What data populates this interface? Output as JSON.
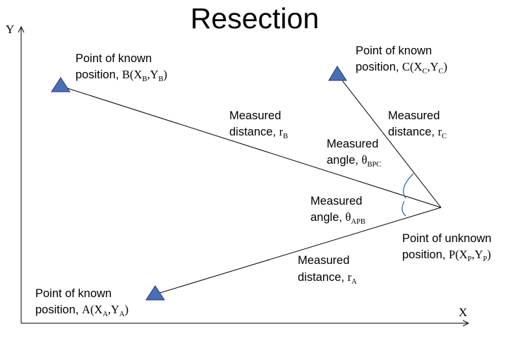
{
  "title": "Resection",
  "axes": {
    "x_label": "X",
    "y_label": "Y"
  },
  "points": {
    "A": {
      "line1": "Point of known",
      "prefix": "position, ",
      "sym_open": "A(X",
      "sub1": "A",
      "sym_mid": ",Y",
      "sub2": "A",
      "sym_close": ")"
    },
    "B": {
      "line1": "Point of known",
      "prefix": "position, ",
      "sym_open": "B(X",
      "sub1": "B",
      "sym_mid": ",Y",
      "sub2": "B",
      "sym_close": ")"
    },
    "C": {
      "line1": "Point of known",
      "prefix": "position, ",
      "sym_open": "C(X",
      "sub1": "C",
      "sym_mid": ",Y",
      "sub2": "C",
      "sym_close": ")"
    },
    "P": {
      "line1": "Point of unknown",
      "prefix": "position, ",
      "sym_open": "P(X",
      "sub1": "P",
      "sym_mid": ",Y",
      "sub2": "P",
      "sym_close": ")"
    }
  },
  "distances": {
    "rA": {
      "line1": "Measured",
      "prefix": "distance, ",
      "sym": "r",
      "sub": "A"
    },
    "rB": {
      "line1": "Measured",
      "prefix": "distance, ",
      "sym": "r",
      "sub": "B"
    },
    "rC": {
      "line1": "Measured",
      "prefix": "distance, ",
      "sym": "r",
      "sub": "C"
    }
  },
  "angles": {
    "APB": {
      "line1": "Measured",
      "prefix": "angle, ",
      "sym": "θ",
      "sub": "APB"
    },
    "BPC": {
      "line1": "Measured",
      "prefix": "angle, ",
      "sym": "θ",
      "sub": "BPC"
    }
  },
  "colors": {
    "marker_fill": "#4a6fb5",
    "marker_stroke": "#1f3c7a",
    "arc": "#3a6ea8",
    "line": "#000000"
  }
}
